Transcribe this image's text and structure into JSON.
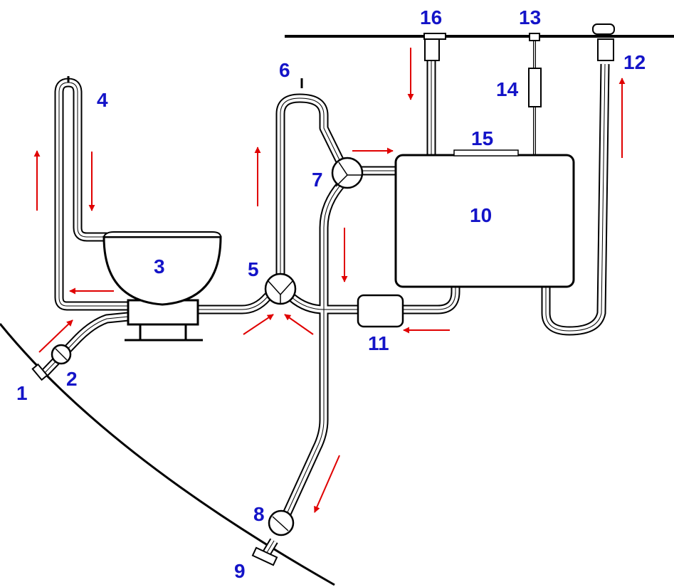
{
  "colors": {
    "label": "#1414c8",
    "arrow": "#e00000",
    "line": "#000000",
    "pipe_fill": "#ffffff"
  },
  "labels": {
    "n1": "1",
    "n2": "2",
    "n3": "3",
    "n4": "4",
    "n5": "5",
    "n6": "6",
    "n7": "7",
    "n8": "8",
    "n9": "9",
    "n10": "10",
    "n11": "11",
    "n12": "12",
    "n13": "13",
    "n14": "14",
    "n15": "15",
    "n16": "16"
  },
  "flow_arrows": [
    {
      "id": "hull-inlet-up",
      "direction": "up-right"
    },
    {
      "id": "toilet-feed-left",
      "direction": "left"
    },
    {
      "id": "vented-loop-4-rise",
      "direction": "up"
    },
    {
      "id": "vented-loop-4-fall",
      "direction": "down"
    },
    {
      "id": "vented-loop-6-rise",
      "direction": "up"
    },
    {
      "id": "into-y-valve-left",
      "direction": "up-right"
    },
    {
      "id": "into-y-valve-right",
      "direction": "up-left"
    },
    {
      "id": "to-tank",
      "direction": "right"
    },
    {
      "id": "down-to-seacock-upper",
      "direction": "down"
    },
    {
      "id": "from-pump",
      "direction": "left"
    },
    {
      "id": "to-seacock-9",
      "direction": "down-left"
    },
    {
      "id": "deck-fill-down",
      "direction": "down"
    },
    {
      "id": "pumpout-up",
      "direction": "up"
    }
  ]
}
